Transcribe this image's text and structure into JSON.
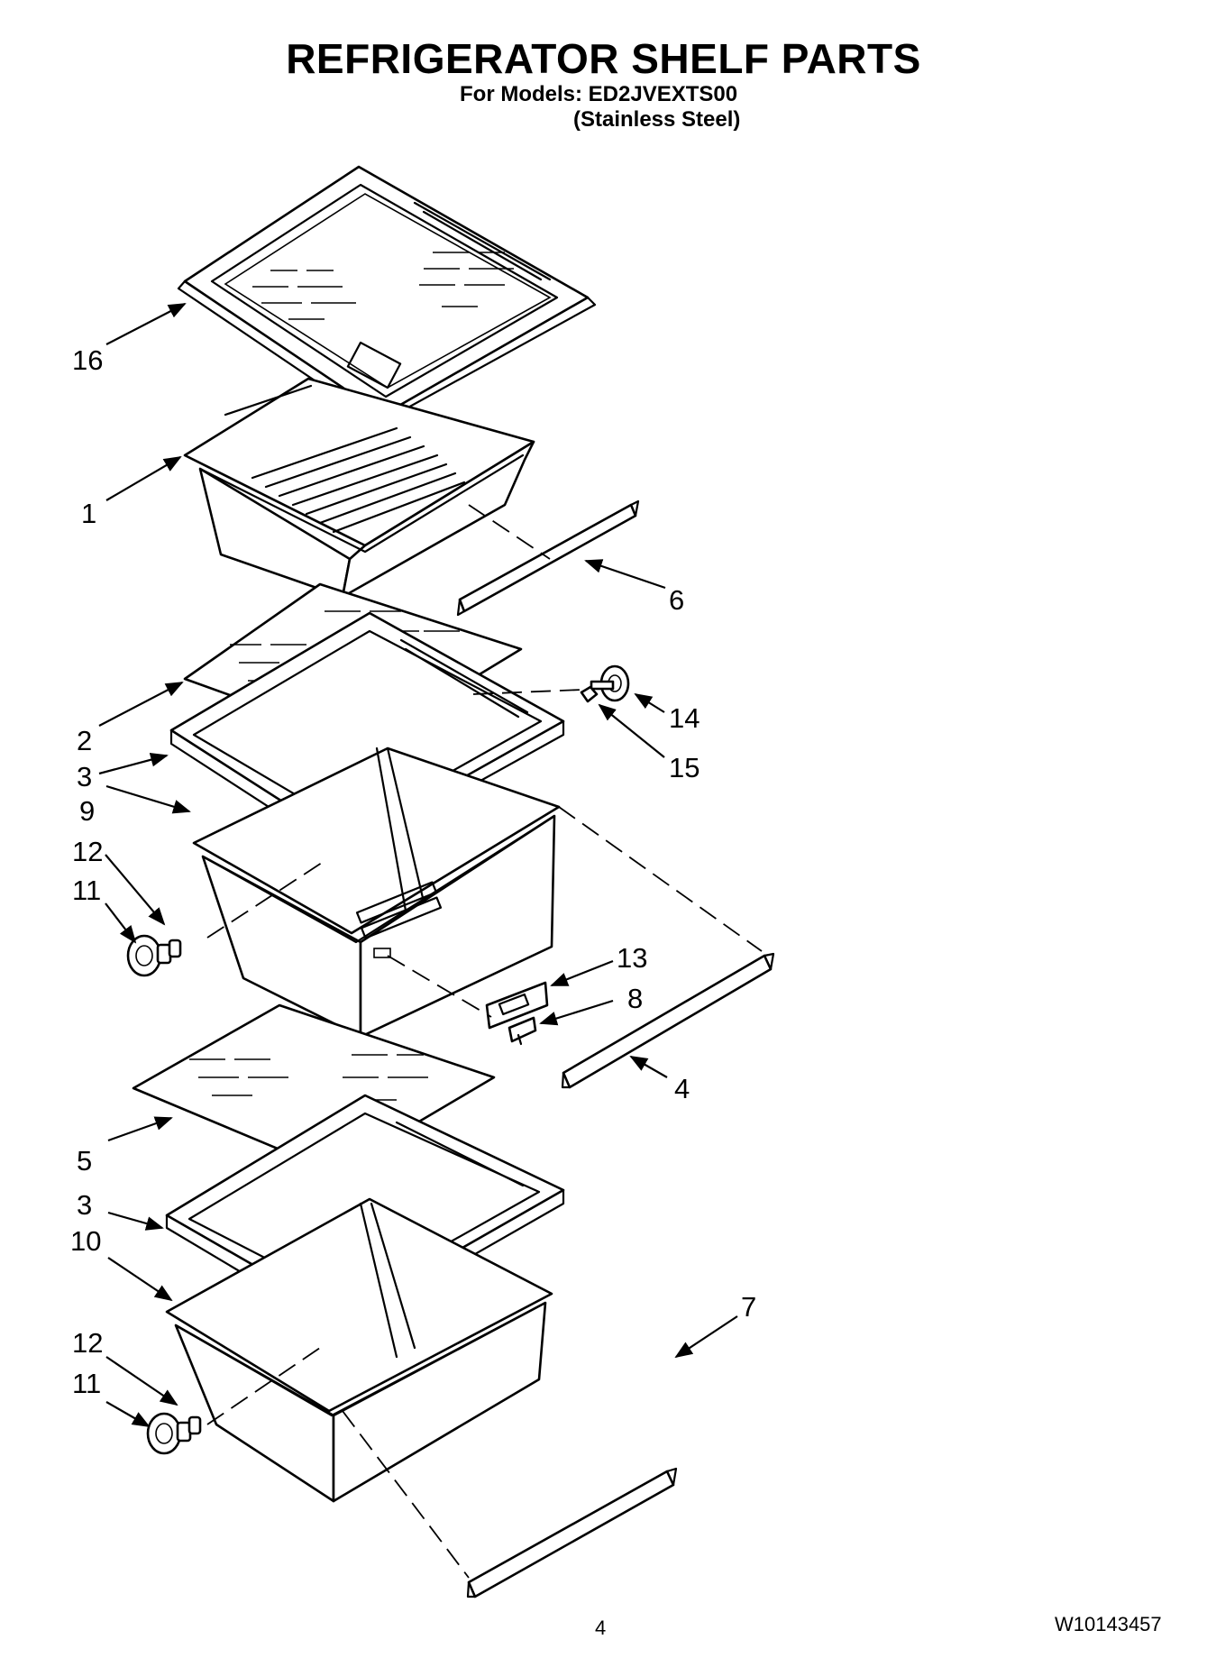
{
  "header": {
    "title": "REFRIGERATOR SHELF PARTS",
    "models_line": "For Models: ED2JVEXTS00",
    "finish_line": "(Stainless Steel)"
  },
  "callouts": {
    "c16": "16",
    "c1": "1",
    "c6": "6",
    "c2": "2",
    "c3a": "3",
    "c14": "14",
    "c15": "15",
    "c9": "9",
    "c12a": "12",
    "c11a": "11",
    "c13": "13",
    "c8": "8",
    "c4": "4",
    "c5": "5",
    "c3b": "3",
    "c10": "10",
    "c7": "7",
    "c12b": "12",
    "c11b": "11"
  },
  "footer": {
    "page_number": "4",
    "document_number": "W10143457"
  }
}
